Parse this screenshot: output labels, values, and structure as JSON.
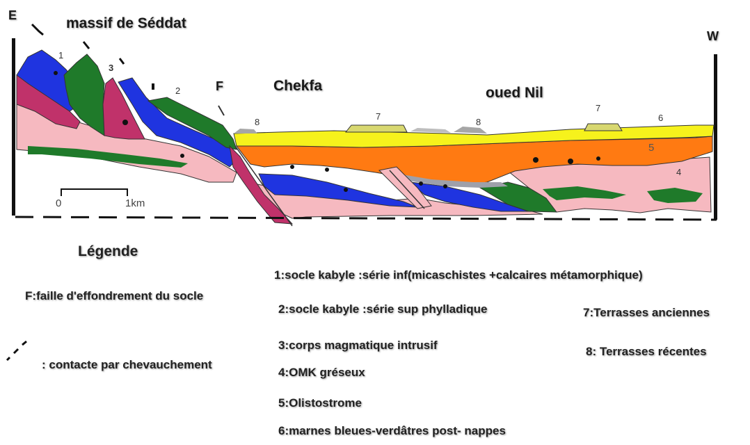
{
  "section": {
    "west_label": "W",
    "east_label": "E",
    "place_labels": {
      "seddat": "massif de Séddat",
      "chekfa": "Chekfa",
      "oued_nil": "oued Nil"
    },
    "fault_label": "F",
    "unit_numbers": {
      "n1": "1",
      "n2": "2",
      "n3": "3",
      "n4": "4",
      "n5": "5",
      "n6": "6",
      "n7a": "7",
      "n7b": "7",
      "n8a": "8",
      "n8b": "8"
    },
    "scale": {
      "start": "0",
      "end": "1km"
    },
    "colors": {
      "unit1": "#1f34e0",
      "unit2": "#1f7a2a",
      "unit3": "#c0326a",
      "unit4_socle": "#f6b9c0",
      "unit5": "#ff7a12",
      "unit6": "#f6f21c",
      "unit7": "#d8d870",
      "unit8": "#a6a6a6"
    }
  },
  "legend": {
    "title": "Légende",
    "fault_item": "F:faille d'effondrement du socle",
    "thrust_item": ": contacte par chevauchement",
    "items": [
      "1:socle kabyle :série inf(micaschistes +calcaires métamorphique)",
      "2:socle kabyle :série sup phylladique",
      "3:corps magmatique intrusif",
      "4:OMK gréseux",
      "5:Olistostrome",
      "6:marnes bleues-verdâtres post- nappes",
      "7:Terrasses anciennes",
      "8: Terrasses récentes"
    ]
  }
}
